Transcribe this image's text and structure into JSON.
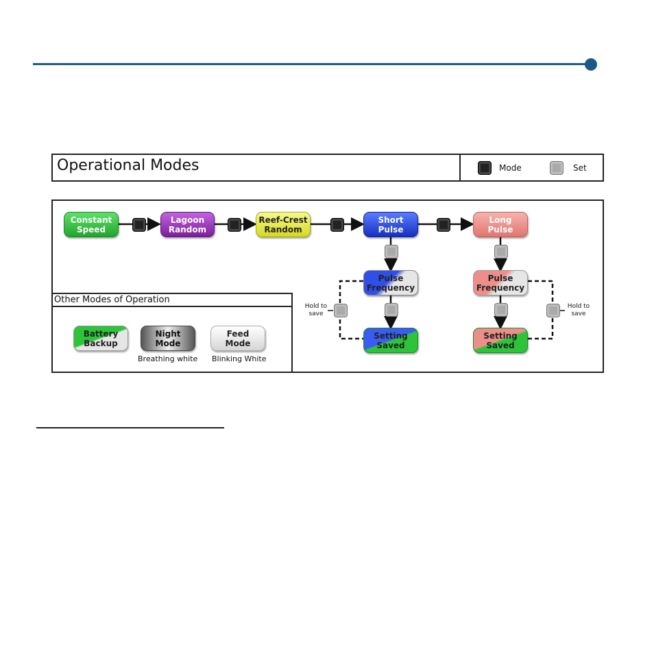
{
  "header": {
    "title": "Operational Modes",
    "legend_mode": "Mode",
    "legend_set": "Set"
  },
  "modes": [
    {
      "label": "Constant\nSpeed",
      "color": "#2ec43a"
    },
    {
      "label": "Lagoon\nRandom",
      "color": "#9a2fb8"
    },
    {
      "label": "Reef-Crest\nRandom",
      "color": "#e4e83a"
    },
    {
      "label": "Short\nPulse",
      "color": "#1b3fd8"
    },
    {
      "label": "Long\nPulse",
      "color": "#ec8f8a"
    }
  ],
  "short_branch": {
    "frequency": "Pulse\nFrequency",
    "saved": "Setting\nSaved",
    "hold": "Hold to\nsave"
  },
  "long_branch": {
    "frequency": "Pulse\nFrequency",
    "saved": "Setting\nSaved",
    "hold": "Hold to\nsave"
  },
  "other": {
    "title": "Other Modes of Operation",
    "items": [
      {
        "label": "Battery\nBackup",
        "caption": ""
      },
      {
        "label": "Night\nMode",
        "caption": "Breathing white"
      },
      {
        "label": "Feed\nMode",
        "caption": "Blinking White"
      }
    ]
  }
}
